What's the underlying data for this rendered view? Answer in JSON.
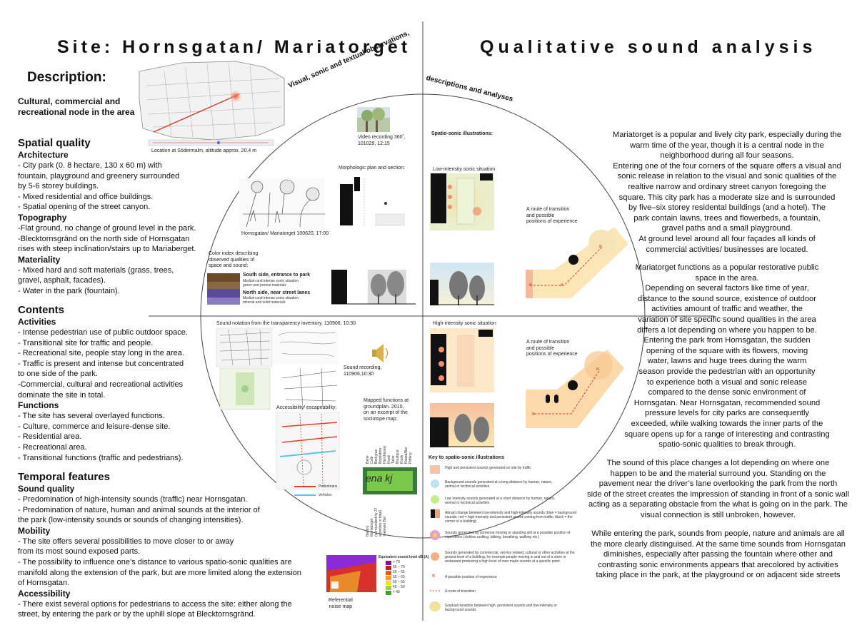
{
  "titles": {
    "left": "Site: Hornsgatan/ Mariatorget",
    "right": "Qualitative sound analysis"
  },
  "left": {
    "description_heading": "Description:",
    "description": [
      "Cultural, commercial and",
      "recreational node in the area"
    ],
    "spatial_heading": "Spatial quality",
    "architecture_heading": "Architecture",
    "architecture": [
      "- City park (0. 8 hectare, 130 x 60 m) with",
      "fountain, playground and greenery surrounded",
      "by 5-6 storey buildings.",
      "- Mixed residential and office buildings.",
      "- Spatial opening of the street canyon."
    ],
    "topography_heading": "Topography",
    "topography": [
      "-Flat ground, no change of ground level in the park.",
      "-Blecktornsgränd on the north side of Hornsgatan",
      "rises with steep inclination/stairs up to Mariaberget."
    ],
    "materiality_heading": "Materiality",
    "materiality": [
      "-  Mixed hard and soft materials (grass, trees,",
      "gravel, asphalt, facades).",
      "- Water in the park (fountain)."
    ],
    "contents_heading": "Contents",
    "activities_heading": "Activities",
    "activities": [
      "- Intense pedestrian use of public outdoor space.",
      "- Transitional site for traffic and people.",
      "- Recreational site, people stay long in the area.",
      "- Traffic is present and intense but concentrated",
      "to one side of the park.",
      "-Commercial, cultural and recreational activities",
      "dominate the site in total."
    ],
    "functions_heading": "Functions",
    "functions": [
      "- The site has several overlayed functions.",
      "- Culture, commerce and leisure-dense site.",
      "- Residential area.",
      "- Recreational area.",
      "- Transitional functions (traffic and pedestrians)."
    ],
    "temporal_heading": "Temporal features",
    "soundq_heading": "Sound quality",
    "soundq": [
      "- Predomination of high-intensity sounds (traffic) near Hornsgatan.",
      "- Predomination of nature, human and animal sounds at the interior of",
      "the park (low-intensity sounds or sounds of changing intensities)."
    ],
    "mobility_heading": "Mobility",
    "mobility": [
      "- The site offers several possibilities to move closer to or away",
      "from its most sound exposed parts.",
      "- The possibility to influence one’s distance to various spatio-sonic qualities are",
      "manifold along the extension of the park, but are more limited along the extension",
      "of Hornsgatan."
    ],
    "access_heading": "Accessibility",
    "access": [
      "- There exist several options for pedestrians to access the site: either along the",
      "street, by entering the park or by the uphill slope at Blecktornsgränd."
    ]
  },
  "circle": {
    "arc_left": "Visual, sonic and textual observations,",
    "arc_right": "descriptions and analyses",
    "map_caption": "Location at Södermalm, altitude approx. 20.4 m",
    "video_caption": "Video recording 360˚,\n101029, 12:15",
    "morph_caption": "Morphologic plan and section:",
    "sketch_caption": "Hornsgatan/ Mariatorget 100620, 17:00",
    "color_index_caption": "Color index describing\nobserved qualities of\nspace and sound:",
    "south_title": "South side, entrance to park",
    "south_text": "Medium and intense sonic situation,\ngreen and porous materials",
    "north_title": "North side, near street lanes",
    "north_text": "Medium and intense sonic situation,\nmineral and solid materials",
    "spatio_caption": "Spatio-sonic illustrations:",
    "low_caption": "Low-intensity sonic situation",
    "route_caption": "A route of transition\nand possible\npositions of experience",
    "high_caption": "High-intensity sonic situation",
    "route_caption2": "A route of transition\nand possible\npositions of experience",
    "notation_caption": "Sound notation from the transparency inventory, 110906, 10:30",
    "recording_caption": "Sound recording,\n110906,10:30",
    "access_caption": "Accessibility/ escapeability:",
    "pedestrians": "Pedestrians",
    "vehicles": "Vehicles",
    "mapped_caption": "Mapped functions at\ngroundplan. 2010,\non an excerpt of the\nsociotope map:",
    "functions_list": [
      "Bank",
      "Café",
      "Bed gras",
      "Bookstore",
      "Hairdresser",
      "Kiosk",
      "Tailor",
      "Boutique",
      "Kiosk",
      "Kebab/Bar",
      "Pottery"
    ],
    "bottom_list": [
      "Bakery",
      "Mariatorget (surrounded by 27 activities in total)",
      "7-eleven Bar"
    ],
    "noise_caption": "Referential\nnoise map",
    "noise_title": "Equivalent sound level dB (A)",
    "noise_legend": [
      "> 70",
      "65 – 70",
      "60 – 65",
      "55 – 60",
      "50 – 55",
      "45 – 50",
      "< 45"
    ],
    "key_heading": "Key to spatio-sonic illustrations",
    "key": [
      "High and persistent sounds generated on site by traffic",
      "Background sounds generated at a long distance by human, nature, animal or technical activities",
      "Low intensity sounds generated at a short distance by human, nature, animal or technical activities",
      "Abrupt change between low-intensity and high-intensity sounds (blue = background sounds; red = high-intensity and persistent sound coming from traffic; black = the corner of a building)",
      "Sounds generated by someone moving or standing still at a possible position of experience (clothes rustling, talking, breathing, walking etc.)",
      "Sounds generated by commercial, service related, cultural or other activities at the ground level of a building, for example people moving in and out of a store or restaurant producing a high level of man made sounds at a specific point.",
      "A possible position of experience",
      "A route of transition",
      "Gradual transition between high, persistent sounds and low-intensity or background sounds"
    ]
  },
  "right": {
    "p1": [
      "Mariatorget is a popular and lively city park, especially during the",
      "warm time of the year, though it is a central node in the",
      "neighborhood during all four seasons.",
      "Entering one of the four corners of the square offers a visual and",
      "sonic release in relation to the visual and sonic qualities of the",
      "realtive narrow and ordinary street canyon foregoing the",
      "square. This city park has a moderate size and is surrounded",
      "by five–six storey residental buildings (and a hotel). The",
      "park contain lawns, trees and flowerbeds, a fountain,",
      "gravel paths and a small playground.",
      "At ground level around all four façades all kinds of",
      "commercial activities/ businesses are located."
    ],
    "p2": [
      "Mariatorget functions as a popular restorative public",
      "space in the area.",
      "Depending on several factors like time of year,",
      "distance to the sound source, existence of outdoor",
      "activities amount of traffic and weather, the",
      "variation of site specific sound qualities in the area",
      "differs a lot depending on where you happen to be.",
      "Entering the park from Hornsgatan, the sudden",
      "opening of the square with its flowers, moving",
      "water, lawns and huge trees during the warm",
      "season provide the pedestrian with an opportunity",
      "to experience both a visual and sonic release",
      "compared to the dense sonic environment of",
      "Hornsgatan. Near Hornsgatan, recommended sound",
      "pressure levels for city parks are consequently",
      "exceeded, while walking towards the inner parts of the",
      "square opens up for a range of interesting and contrasting",
      "spatio-sonic qualities to break through."
    ],
    "p3": [
      "The sound of this place changes a lot depending on where one",
      "happen to be and the material surround you. Standing on the",
      "pavement near the driver’s lane overlooking the park from the north",
      "side of the street creates the impression of standing in front of a sonic wall",
      "acting as a separating obstacle from the what is going on in the park. The",
      "visual connection is still unbroken, however."
    ],
    "p4": [
      "While entering the park, sounds from people, nature and animals are all",
      "the more clearly distinguised. At the same time sounds from Hornsgatan",
      "diminishes, especially after passing the fountain where other and",
      "contrasting sonic environments appears that arecolored by activities",
      "taking place in the park, at the playground or on adjacent side streets"
    ]
  },
  "colors": {
    "south1": "#6b4a2a",
    "south2": "#8a6a3c",
    "north1": "#5a4a9a",
    "north2": "#8a7cc0",
    "route": "#e0402a",
    "traffic": "#f0c890"
  }
}
